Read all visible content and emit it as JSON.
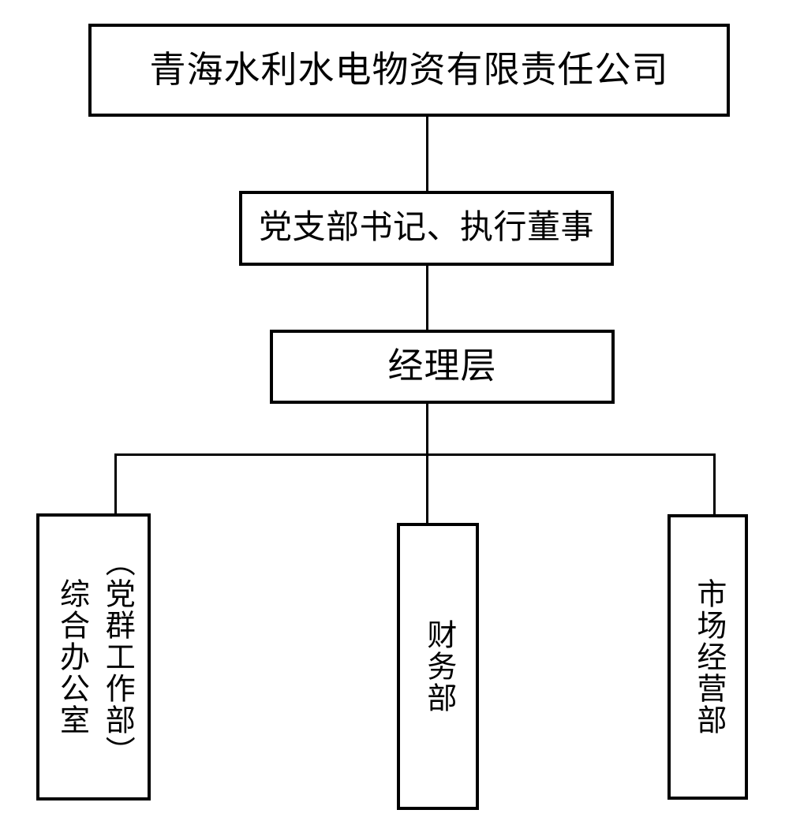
{
  "org_chart": {
    "type": "org-tree",
    "level1": {
      "label": "青海水利水电物资有限责任公司"
    },
    "level2": {
      "label": "党支部书记、执行董事"
    },
    "level3": {
      "label": "经理层"
    },
    "departments": [
      {
        "name": "general-office",
        "column_left": "综合办公室",
        "column_right": "（党群工作部）"
      },
      {
        "name": "finance",
        "label": "财务部"
      },
      {
        "name": "marketing",
        "label": "市场经营部"
      }
    ],
    "hierarchy_note": "level1 > level2 > level3 > departments"
  },
  "colors": {
    "line": "#000000",
    "text": "#000000",
    "box_background": "#ffffff",
    "page_background": "#ffffff"
  }
}
